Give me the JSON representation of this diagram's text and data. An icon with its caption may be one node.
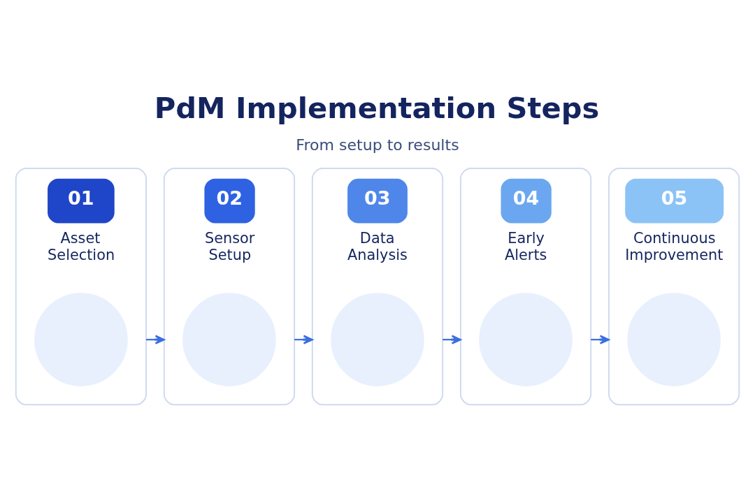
{
  "diagram": {
    "title": "PdM Implementation Steps",
    "nodes": [
      {
        "text": [
          "01",
          "Asset Selection"
        ]
      },
      {
        "text": [
          "02",
          "Sensor Setup"
        ]
      },
      {
        "text": [
          "03",
          "Data Analysis"
        ]
      },
      {
        "text": [
          "04",
          "Early Alerts"
        ]
      },
      {
        "text": [
          "05",
          "Continuous Improvement"
        ]
      },
      {
        "text": [],
        "shape": "circle",
        "in": 0
      },
      {
        "text": [],
        "shape": "circle",
        "in": 1
      },
      {
        "text": [],
        "shape": "circle",
        "in": 2
      },
      {
        "text": [],
        "shape": "circle",
        "in": 3
      },
      {
        "text": [],
        "shape": "circle",
        "in": 4
      }
    ],
    "edges": [
      {
        "from": 0,
        "to": 1,
        "arrow": "to"
      },
      {
        "from": 1,
        "to": 2,
        "arrow": "to"
      },
      {
        "from": 2,
        "to": 3,
        "arrow": "to"
      },
      {
        "from": 3,
        "to": 4,
        "arrow": "to"
      }
    ],
    "labels": [
      "From setup to results"
    ]
  }
}
